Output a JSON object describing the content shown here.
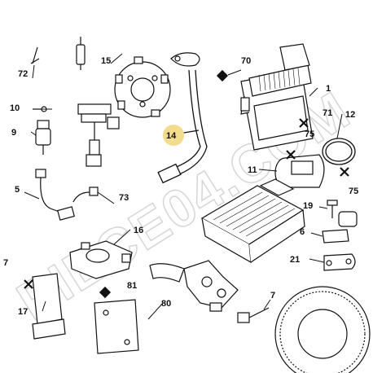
{
  "watermark": "PIECE04.COM",
  "highlight_color": "#f3dc8e",
  "callouts": {
    "c1": "1",
    "c5": "5",
    "c6": "6",
    "c7": "7",
    "c9": "9",
    "c10": "10",
    "c11": "11",
    "c12": "12",
    "c14": "14",
    "c15": "15",
    "c16": "16",
    "c17a": "7",
    "c17": "17",
    "c19": "19",
    "c21": "21",
    "c70": "70",
    "c71": "71",
    "c72": "72",
    "c73": "73",
    "c75a": "75",
    "c75b": "75",
    "c80": "80",
    "c81": "81"
  },
  "markers": {
    "square": "square-marker",
    "cross": "cross-marker"
  }
}
